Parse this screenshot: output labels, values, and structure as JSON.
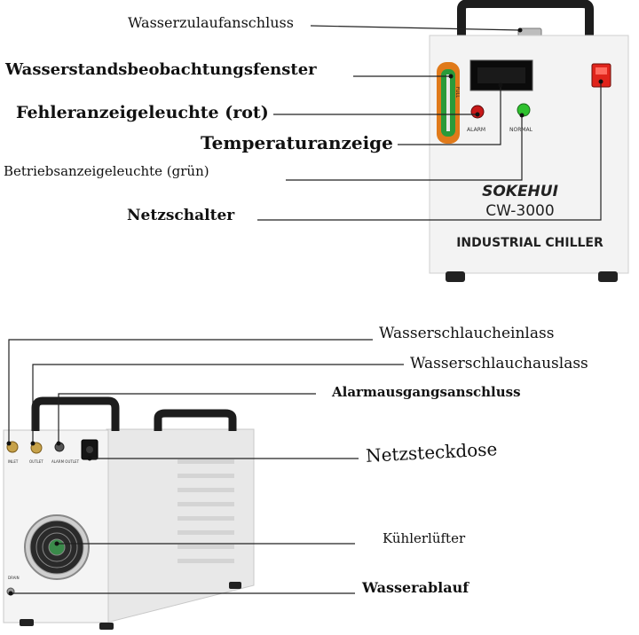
{
  "labels": {
    "water_inlet_port": "Wasserzulaufanschluss",
    "water_level_window": "Wasserstandsbeobachtungsfenster",
    "error_lamp": "Fehleranzeigeleuchte (rot)",
    "temperature_display": "Temperaturanzeige",
    "power_lamp": "Betriebsanzeigeleuchte (grün)",
    "power_switch": "Netzschalter",
    "hose_inlet": "Wasserschlaucheinlass",
    "hose_outlet": "Wasserschlauchauslass",
    "alarm_output_port": "Alarmausgangsanschluss",
    "power_socket": "Netzsteckdose",
    "cooling_fan": "Kühlerlüfter",
    "water_drain": "Wasserablauf"
  },
  "device": {
    "brand": "SOKEHUI",
    "model": "CW-3000",
    "type": "INDUSTRIAL CHILLER",
    "alarm_text": "ALARM",
    "normal_text": "NORMAL",
    "gauge_text": "FULL",
    "inlet_text": "INLET",
    "outlet_text": "OUTLET",
    "alarm_outlet_text": "ALARM OUTLET",
    "drain_text": "DRAIN"
  },
  "colors": {
    "alarm_lamp": "#c81818",
    "normal_lamp": "#2fc12f",
    "power_switch": "#e0241b",
    "gauge_fill": "#2a9a3a",
    "gauge_frame": "#e07a1a",
    "housing": "#f3f3f3",
    "handle": "#1d1d1d"
  }
}
